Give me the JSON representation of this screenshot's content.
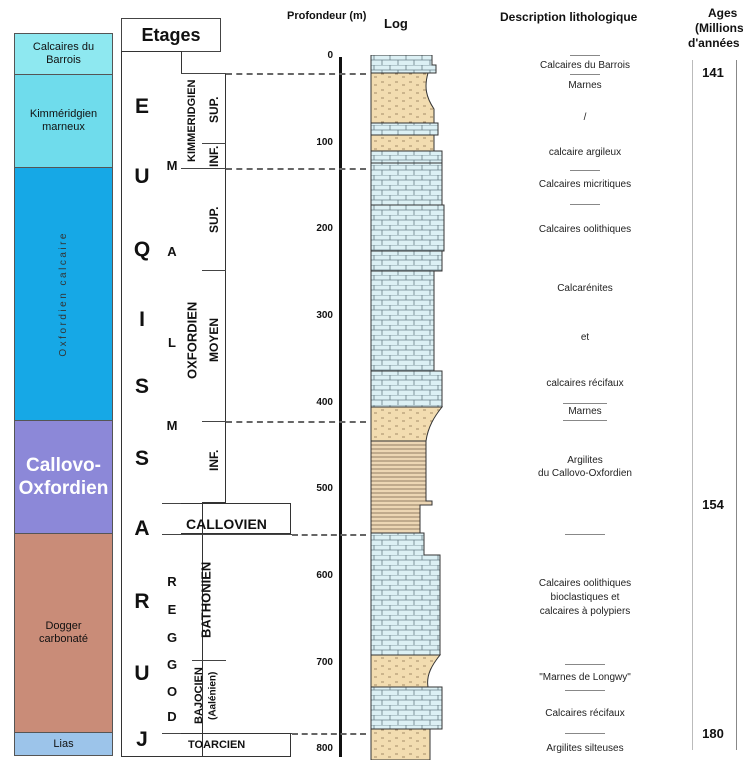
{
  "headers": {
    "etages": "Etages",
    "profondeur": "Profondeur (m)",
    "log": "Log",
    "description": "Description lithologique",
    "ages": "Ages",
    "ages_unit": "(Millions",
    "ages_unit2": "d'années"
  },
  "units": {
    "barrois": "Calcaires du Barrois",
    "kimm_1": "Kimméridgien",
    "kimm_2": "marneux",
    "oxf_calc": "Oxfordien calcaire",
    "callovo_1": "Callovo-",
    "callovo_2": "Oxfordien",
    "dogger_1": "Dogger",
    "dogger_2": "carbonaté",
    "lias": "Lias"
  },
  "jurassique_letters": [
    "J",
    "U",
    "R",
    "A",
    "S",
    "S",
    "I",
    "Q",
    "U",
    "E"
  ],
  "malm_letters": [
    "M",
    "A",
    "L",
    "M"
  ],
  "dogger_letters": [
    "D",
    "O",
    "G",
    "G",
    "E",
    "R"
  ],
  "stages": {
    "kimmeridgien": "KIMMERIDGIEN",
    "oxfordien": "OXFORDIEN",
    "callovien": "CALLOVIEN",
    "bathonien": "BATHONIEN",
    "bajocien": "BAJOCIEN",
    "aalenien": "(Aalénien)",
    "toarcien": "TOARCIEN"
  },
  "substages": {
    "kim_sup": "SUP.",
    "kim_inf": "INF.",
    "oxf_sup": "SUP.",
    "oxf_moyen": "MOYEN",
    "oxf_inf": "INF."
  },
  "depth_ticks": [
    "0",
    "100",
    "200",
    "300",
    "400",
    "500",
    "600",
    "700",
    "800"
  ],
  "descriptions": {
    "d1": "Calcaires du Barrois",
    "d2": "Marnes",
    "d3": "/",
    "d4": "calcaire argileux",
    "d5": "Calcaires micritiques",
    "d6": "Calcaires oolithiques",
    "d7": "Calcarénites",
    "d8": "et",
    "d9": "calcaires récifaux",
    "d10": "Marnes",
    "d11": "Argilites",
    "d12": "du Callovo-Oxfordien",
    "d13": "Calcaires oolithiques",
    "d14": "bioclastiques et",
    "d15": "calcaires à polypiers",
    "d16": "\"Marnes de Longwy\"",
    "d17": "Calcaires récifaux",
    "d18": "Argilites silteuses"
  },
  "ages": [
    "141",
    "154",
    "180"
  ],
  "colors": {
    "cyan_light": "#8ee8f0",
    "cyan": "#6fdcec",
    "blue": "#16a8e6",
    "violet": "#8c88d8",
    "brown": "#c98c78",
    "lias": "#9cc4ea",
    "limestone": "#dcf0f4",
    "marl": "#f2dcb0",
    "clay": "#ecd6b4"
  }
}
